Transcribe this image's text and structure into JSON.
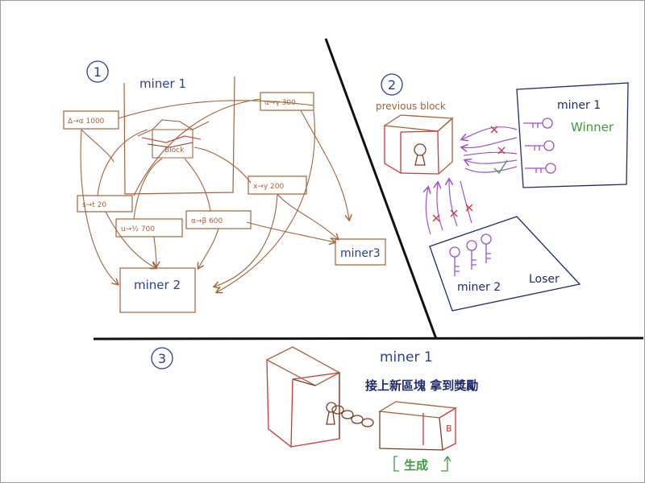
{
  "colors": {
    "ink": "#111111",
    "brown": "#a0643c",
    "blue_ink": "#2b3f8f",
    "purple": "#9a55c8",
    "red": "#c53a3a",
    "green": "#3f9b3f",
    "navy": "#1f2b6b"
  },
  "section1": {
    "number": "1",
    "miner1_label": "miner 1",
    "block_label": "Block",
    "miner2_label": "miner 2",
    "miner3_label": "miner3",
    "transactions": [
      "Δ→α 1000",
      "α→γ 300",
      "x→y 200",
      "s→t 20",
      "u→½ 700",
      "α→β 600"
    ]
  },
  "section2": {
    "number": "2",
    "previous_block_label": "previous block",
    "winner_miner_label": "miner 1",
    "winner_label": "Winner",
    "loser_miner_label": "miner 2",
    "loser_label": "Loser"
  },
  "section3": {
    "number": "3",
    "miner_label": "miner 1",
    "caption": "接上新區塊 拿到獎勵",
    "block_letter": "B",
    "generate_label": "生成"
  }
}
